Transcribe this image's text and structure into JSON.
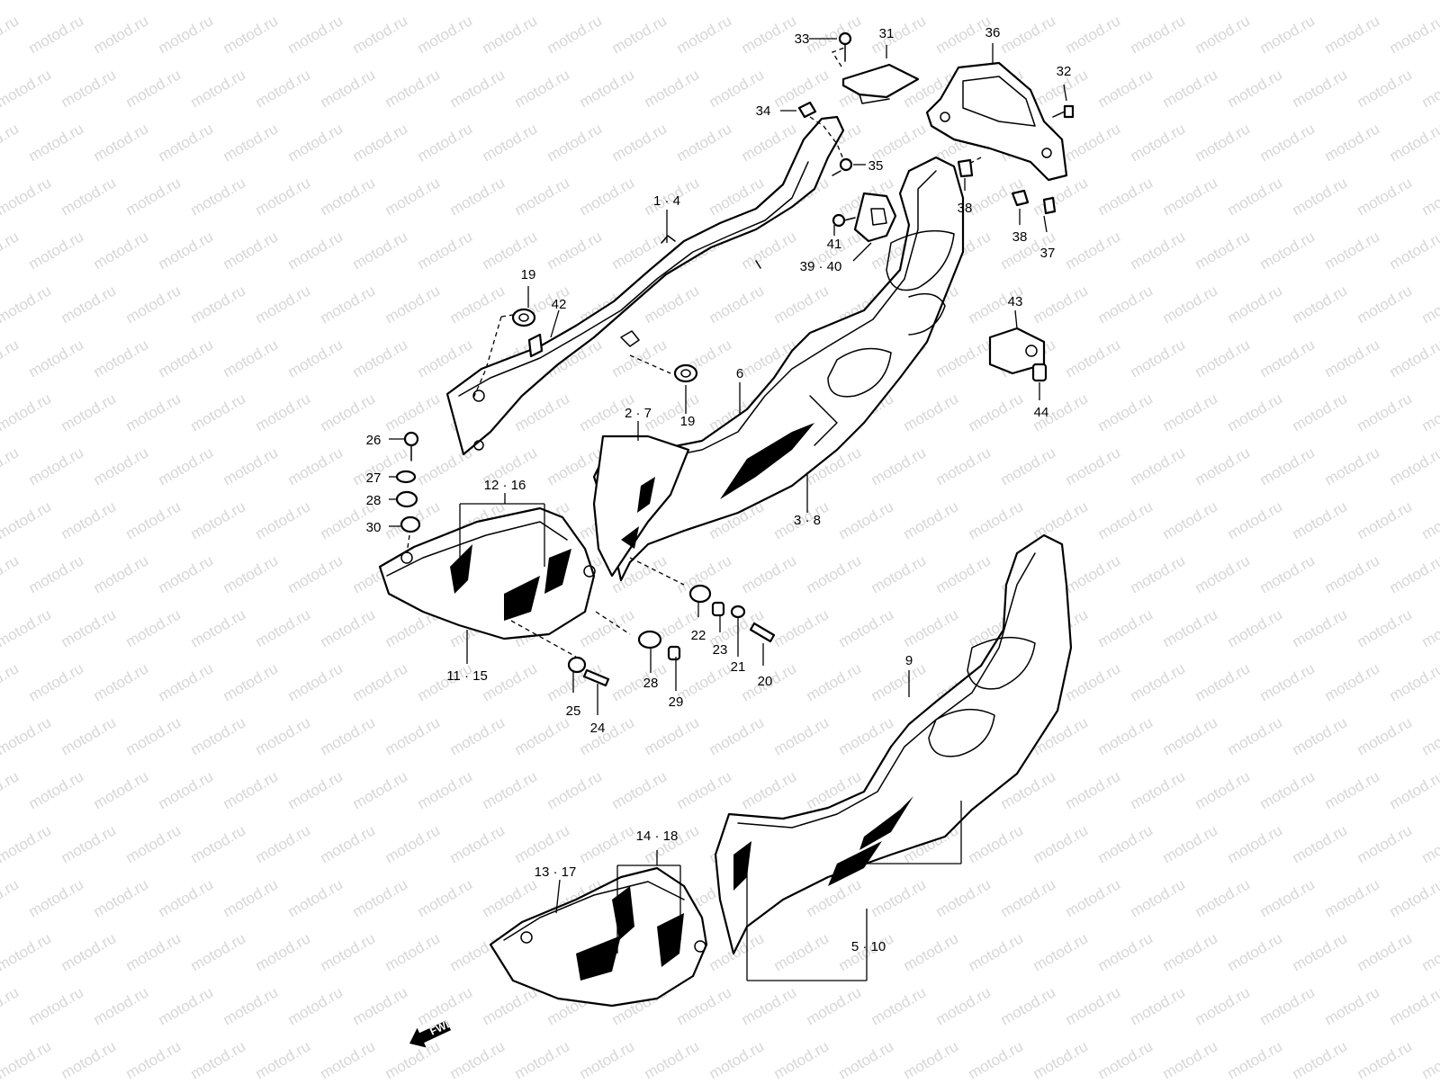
{
  "watermark": "motod.ru",
  "fwd_label": "FWD",
  "callouts": [
    {
      "id": "c33",
      "text": "33"
    },
    {
      "id": "c31",
      "text": "31"
    },
    {
      "id": "c36",
      "text": "36"
    },
    {
      "id": "c32",
      "text": "32"
    },
    {
      "id": "c34",
      "text": "34"
    },
    {
      "id": "c35",
      "text": "35"
    },
    {
      "id": "c38a",
      "text": "38"
    },
    {
      "id": "c38b",
      "text": "38"
    },
    {
      "id": "c37",
      "text": "37"
    },
    {
      "id": "c1-4",
      "text": "1 · 4"
    },
    {
      "id": "c41",
      "text": "41"
    },
    {
      "id": "c39-40",
      "text": "39 · 40"
    },
    {
      "id": "c19a",
      "text": "19"
    },
    {
      "id": "c42",
      "text": "42"
    },
    {
      "id": "c43",
      "text": "43"
    },
    {
      "id": "c44",
      "text": "44"
    },
    {
      "id": "c6",
      "text": "6"
    },
    {
      "id": "c19b",
      "text": "19"
    },
    {
      "id": "c2-7",
      "text": "2 · 7"
    },
    {
      "id": "c26",
      "text": "26"
    },
    {
      "id": "c27",
      "text": "27"
    },
    {
      "id": "c12-16",
      "text": "12 · 16"
    },
    {
      "id": "c28a",
      "text": "28"
    },
    {
      "id": "c30",
      "text": "30"
    },
    {
      "id": "c3-8",
      "text": "3 · 8"
    },
    {
      "id": "c11-15",
      "text": "11 · 15"
    },
    {
      "id": "c22",
      "text": "22"
    },
    {
      "id": "c23",
      "text": "23"
    },
    {
      "id": "c21",
      "text": "21"
    },
    {
      "id": "c20",
      "text": "20"
    },
    {
      "id": "c28b",
      "text": "28"
    },
    {
      "id": "c29",
      "text": "29"
    },
    {
      "id": "c25",
      "text": "25"
    },
    {
      "id": "c24",
      "text": "24"
    },
    {
      "id": "c9",
      "text": "9"
    },
    {
      "id": "c14-18",
      "text": "14 · 18"
    },
    {
      "id": "c13-17",
      "text": "13 · 17"
    },
    {
      "id": "c5-10",
      "text": "5 · 10"
    }
  ]
}
